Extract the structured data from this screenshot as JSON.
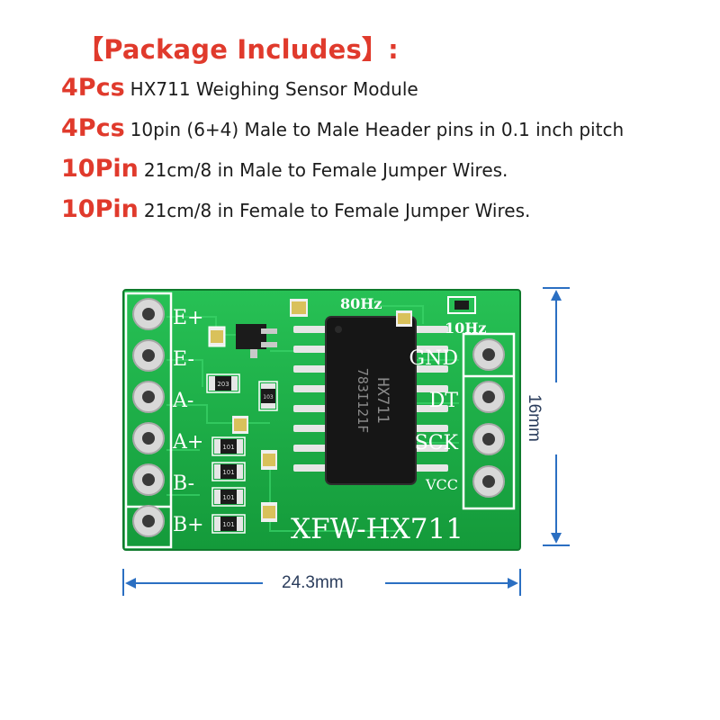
{
  "header": {
    "title": "【Package Includes】:"
  },
  "items": [
    {
      "qty": "4Pcs",
      "desc": "HX711 Weighing Sensor Module"
    },
    {
      "qty": "4Pcs",
      "desc": "10pin (6+4) Male to Male Header pins in 0.1 inch pitch"
    },
    {
      "qty": "10Pin",
      "desc": "21cm/8 in Male to Female Jumper Wires."
    },
    {
      "qty": "10Pin",
      "desc": "21cm/8 in Female to Female Jumper Wires."
    }
  ],
  "board": {
    "silkscreen": "XFW-HX711",
    "chip_lines": [
      "HX711",
      "783I121F"
    ],
    "rate_labels": [
      "80Hz",
      "10Hz"
    ],
    "left_pins": [
      "E+",
      "E-",
      "A-",
      "A+",
      "B-",
      "B+"
    ],
    "right_pins": [
      "GND",
      "DT",
      "SCK",
      "VCC"
    ],
    "resistors": [
      "203",
      "103",
      "101",
      "101",
      "101",
      "101"
    ],
    "pcb_color": "#1fb24a"
  },
  "dimensions": {
    "width": "24.3mm",
    "height": "16mm"
  },
  "colors": {
    "accent": "#e03a2c",
    "dimension": "#2b6fc2"
  }
}
